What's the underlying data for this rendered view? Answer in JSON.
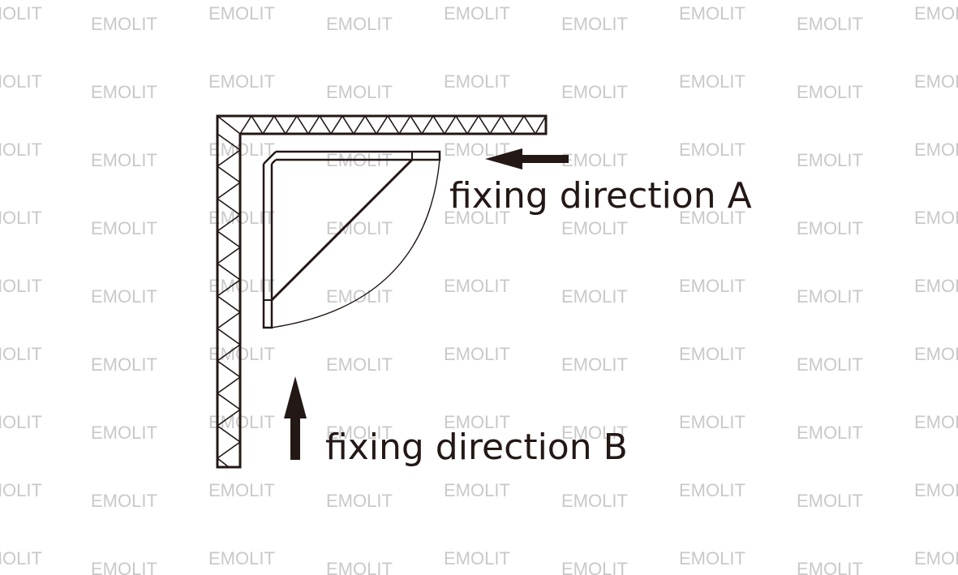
{
  "watermark": {
    "text": "EMOLIT",
    "color": "#c9c9c9"
  },
  "labels": {
    "direction_a": "fixing direction A",
    "direction_b": "fixing direction B"
  },
  "colors": {
    "line": "#231815",
    "background": "#ffffff"
  },
  "icons": {
    "arrow_a": "arrow-left-icon",
    "arrow_b": "arrow-up-icon"
  }
}
